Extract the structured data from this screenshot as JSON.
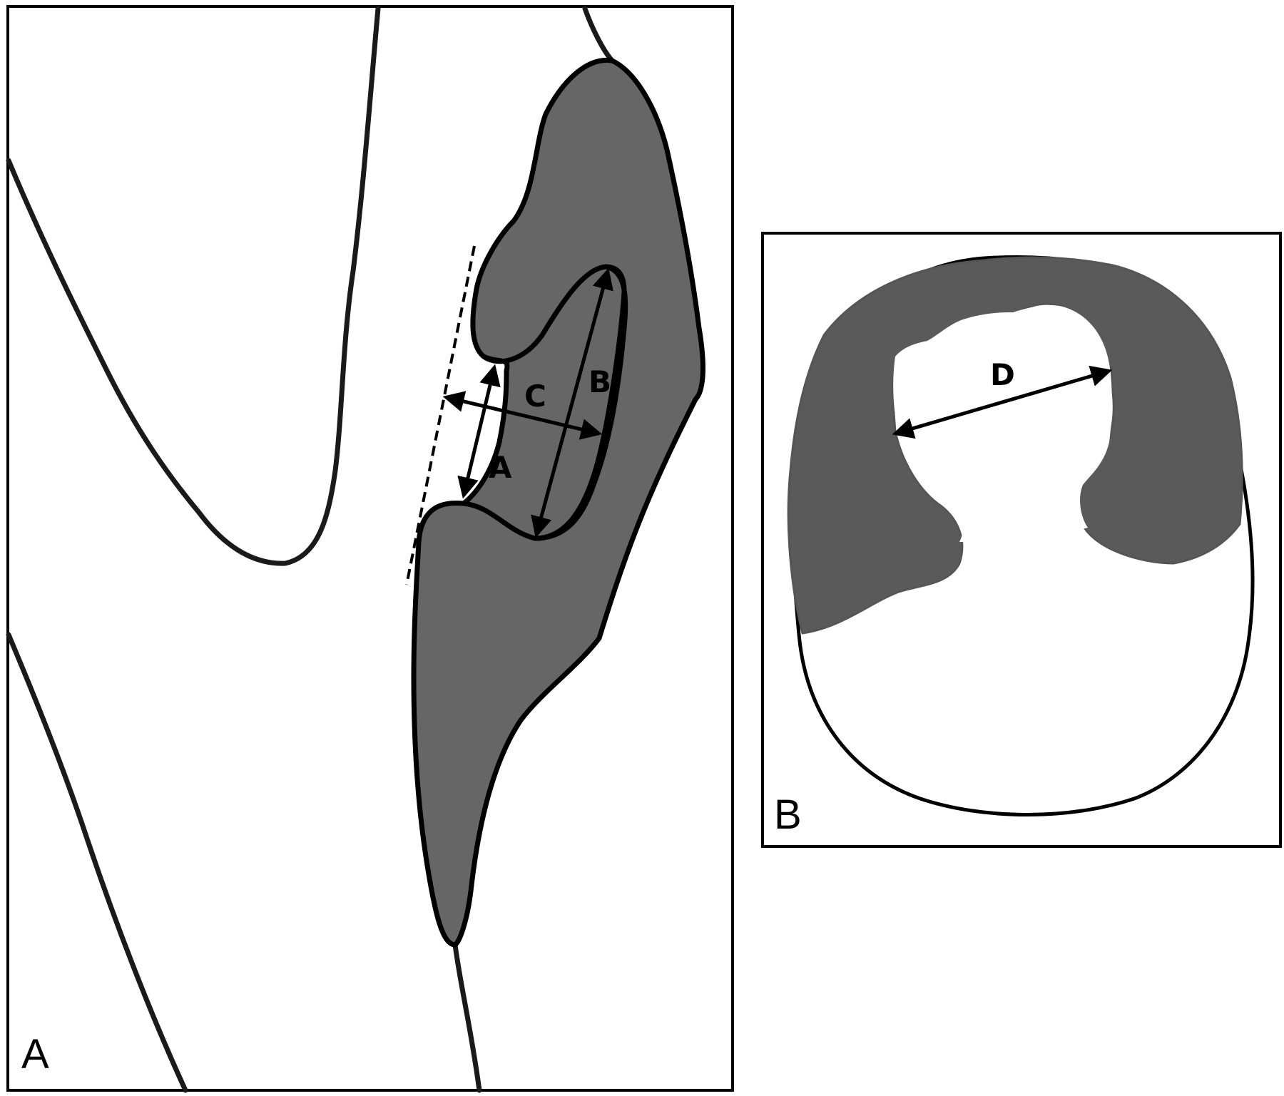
{
  "figure": {
    "panel_a": {
      "label": "A",
      "measurements": [
        "A",
        "B",
        "C"
      ]
    },
    "panel_b": {
      "label": "B",
      "measurements": [
        "D"
      ]
    }
  },
  "colors": {
    "tissue_fill": "#666666",
    "outline": "#1a1a1a",
    "background": "#ffffff"
  }
}
